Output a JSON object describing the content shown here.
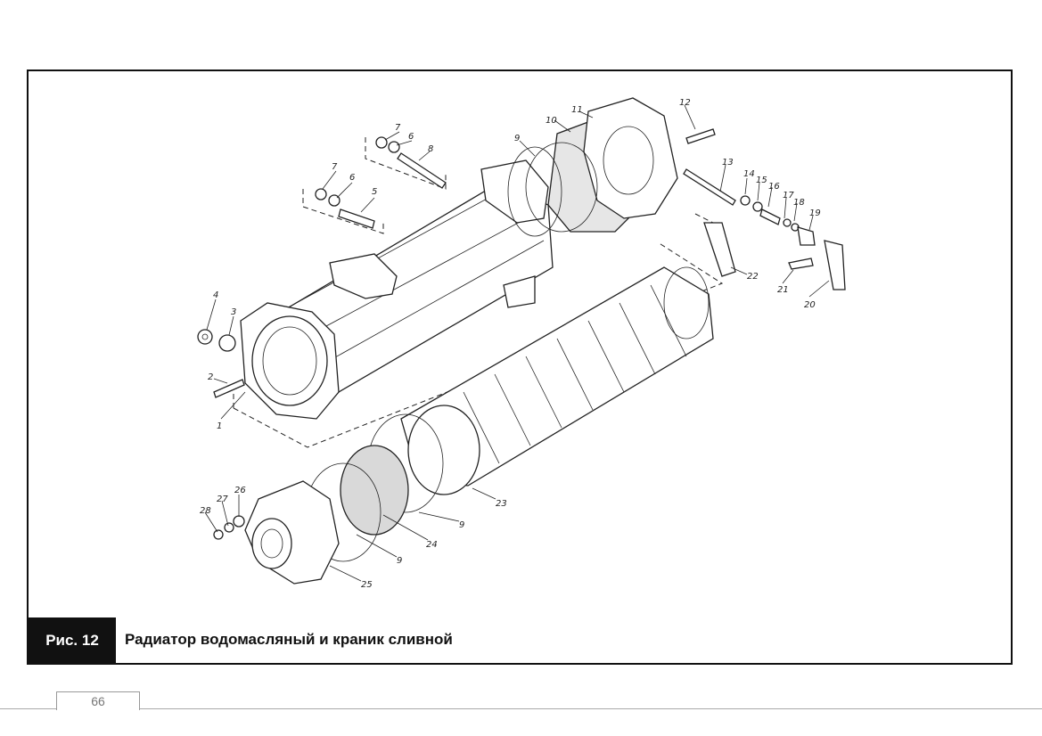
{
  "figure": {
    "number": "Рис. 12",
    "caption": "Радиатор водомасляный и краник сливной"
  },
  "page_number": "66",
  "callouts": [
    "1",
    "2",
    "3",
    "4",
    "5",
    "6",
    "7",
    "6",
    "7",
    "8",
    "9",
    "10",
    "11",
    "12",
    "13",
    "14",
    "15",
    "16",
    "17",
    "18",
    "19",
    "20",
    "21",
    "22",
    "23",
    "9",
    "24",
    "9",
    "25",
    "26",
    "27",
    "28"
  ]
}
